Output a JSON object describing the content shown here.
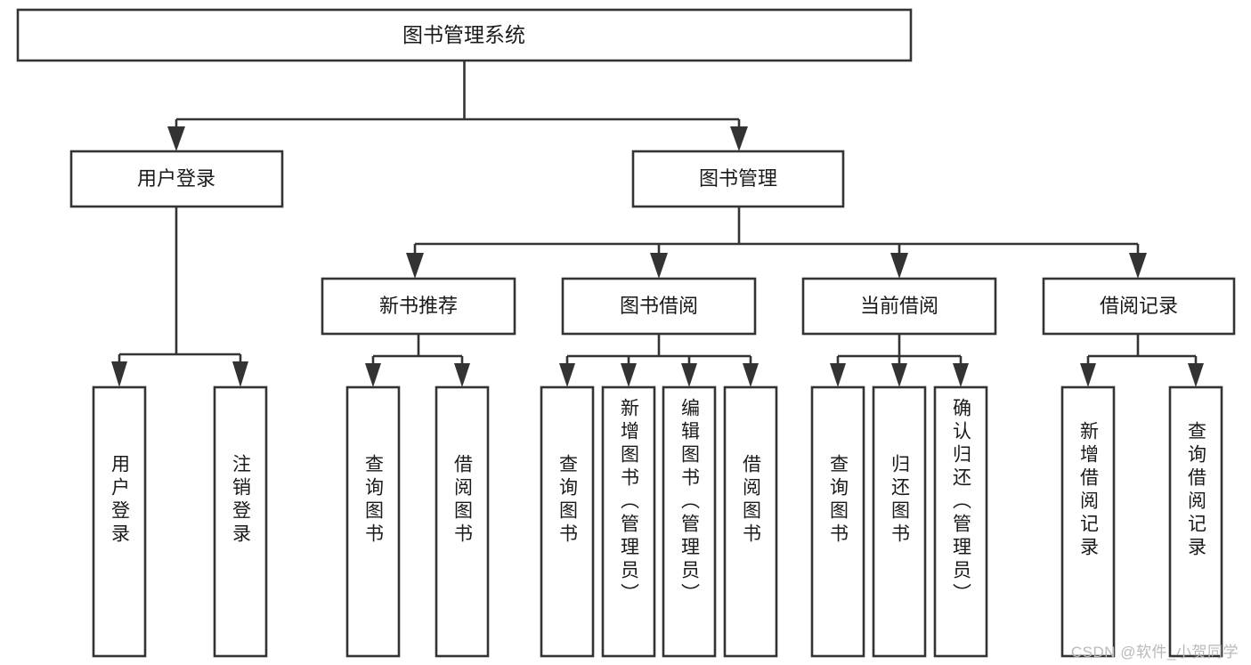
{
  "diagram": {
    "type": "tree-hierarchy",
    "title": "图书管理系统",
    "watermark": "CSDN @软件_小贺同学",
    "colors": {
      "stroke": "#333333",
      "node_fill": "#ffffff",
      "text": "#1a1a1a",
      "watermark": "#b9b9b9",
      "background": "#ffffff"
    },
    "root": {
      "label": "图书管理系统"
    },
    "level2": [
      {
        "label": "用户登录"
      },
      {
        "label": "图书管理"
      }
    ],
    "level3": [
      {
        "label": "新书推荐"
      },
      {
        "label": "图书借阅"
      },
      {
        "label": "当前借阅"
      },
      {
        "label": "借阅记录"
      }
    ],
    "leaves": {
      "user_login": [
        {
          "label": "用户登录"
        },
        {
          "label": "注销登录"
        }
      ],
      "new_book": [
        {
          "label": "查询图书"
        },
        {
          "label": "借阅图书"
        }
      ],
      "book_borrow": [
        {
          "label": "查询图书"
        },
        {
          "label": "新增图书（管理员）"
        },
        {
          "label": "编辑图书（管理员）"
        },
        {
          "label": "借阅图书"
        }
      ],
      "current_borrow": [
        {
          "label": "查询图书"
        },
        {
          "label": "归还图书"
        },
        {
          "label": "确认归还（管理员）"
        }
      ],
      "borrow_record": [
        {
          "label": "新增借阅记录"
        },
        {
          "label": "查询借阅记录"
        }
      ]
    }
  }
}
